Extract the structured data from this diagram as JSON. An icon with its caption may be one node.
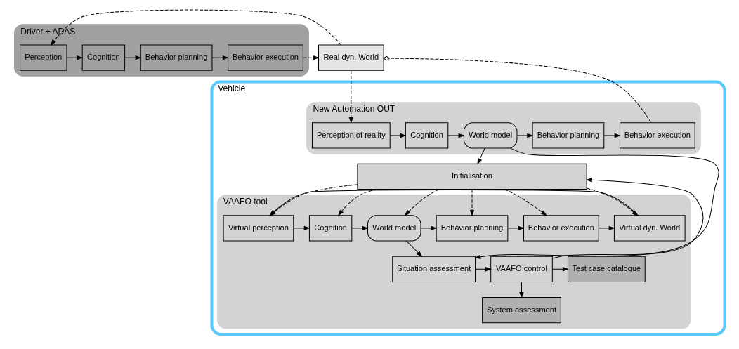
{
  "diagram": {
    "nodes": [
      {
        "text": [
          "Driver + ADAS"
        ]
      },
      {
        "text": [
          "Perception"
        ],
        "in": 0
      },
      {
        "text": [
          "Cognition"
        ],
        "in": 0
      },
      {
        "text": [
          "Behavior planning"
        ],
        "in": 0
      },
      {
        "text": [
          "Behavior execution"
        ],
        "in": 0
      },
      {
        "text": [
          "Real dyn. World"
        ]
      },
      {
        "text": [
          "Vehicle"
        ]
      },
      {
        "text": [
          "New Automation OUT"
        ],
        "in": 6
      },
      {
        "text": [
          "Perception of reality"
        ],
        "in": 7
      },
      {
        "text": [
          "Cognition"
        ],
        "in": 7
      },
      {
        "text": [
          "World model"
        ],
        "in": 7
      },
      {
        "text": [
          "Behavior planning"
        ],
        "in": 7
      },
      {
        "text": [
          "Behavior execution"
        ],
        "in": 7
      },
      {
        "text": [
          "Initialisation"
        ],
        "in": 6
      },
      {
        "text": [
          "VAAFO tool"
        ],
        "in": 6
      },
      {
        "text": [
          "Virtual perception"
        ],
        "in": 14
      },
      {
        "text": [
          "Cognition"
        ],
        "in": 14
      },
      {
        "text": [
          "World model"
        ],
        "in": 14
      },
      {
        "text": [
          "Behavior planning"
        ],
        "in": 14
      },
      {
        "text": [
          "Behavior execution"
        ],
        "in": 14
      },
      {
        "text": [
          "Virtual dyn. World"
        ],
        "in": 14
      },
      {
        "text": [
          "Situation assessment"
        ],
        "in": 14
      },
      {
        "text": [
          "VAAFO control"
        ],
        "in": 14
      },
      {
        "text": [
          "Test case catalogue"
        ],
        "in": 14
      },
      {
        "text": [
          "System assessment"
        ],
        "in": 14
      }
    ],
    "edges": [
      {
        "from": 1,
        "to": 2,
        "arrow": "to"
      },
      {
        "from": 2,
        "to": 3,
        "arrow": "to"
      },
      {
        "from": 3,
        "to": 4,
        "arrow": "to"
      },
      {
        "from": 4,
        "to": 5,
        "arrow": "to",
        "style": "dashed"
      },
      {
        "from": 5,
        "to": 1,
        "arrow": "to",
        "style": "dashed"
      },
      {
        "from": 5,
        "to": 8,
        "arrow": "to",
        "style": "dashed"
      },
      {
        "from": 12,
        "to": 5,
        "arrow": "other",
        "style": "dashed"
      },
      {
        "from": 8,
        "to": 9,
        "arrow": "to"
      },
      {
        "from": 9,
        "to": 10,
        "arrow": "to"
      },
      {
        "from": 10,
        "to": 11,
        "arrow": "to"
      },
      {
        "from": 11,
        "to": 12,
        "arrow": "to"
      },
      {
        "from": 10,
        "to": 13,
        "arrow": "to"
      },
      {
        "from": 10,
        "to": 21,
        "arrow": "to"
      },
      {
        "from": 13,
        "to": 15,
        "arrow": "to",
        "style": "dashed"
      },
      {
        "from": 13,
        "to": 16,
        "arrow": "to",
        "style": "dashed"
      },
      {
        "from": 13,
        "to": 17,
        "arrow": "to",
        "style": "dashed"
      },
      {
        "from": 13,
        "to": 18,
        "arrow": "to",
        "style": "dashed"
      },
      {
        "from": 13,
        "to": 19,
        "arrow": "to",
        "style": "dashed"
      },
      {
        "from": 13,
        "to": 20,
        "arrow": "to",
        "style": "dashed"
      },
      {
        "from": 15,
        "to": 16,
        "arrow": "to"
      },
      {
        "from": 16,
        "to": 17,
        "arrow": "to"
      },
      {
        "from": 17,
        "to": 18,
        "arrow": "to"
      },
      {
        "from": 17,
        "to": 21,
        "arrow": "to"
      },
      {
        "from": 18,
        "to": 19,
        "arrow": "to"
      },
      {
        "from": 19,
        "to": 20,
        "arrow": "to"
      },
      {
        "from": 20,
        "to": 15,
        "arrow": "to"
      },
      {
        "from": 21,
        "to": 22,
        "arrow": "to"
      },
      {
        "from": 22,
        "to": 13,
        "arrow": "to"
      },
      {
        "from": 22,
        "to": 23,
        "arrow": "to"
      },
      {
        "from": 22,
        "to": 24,
        "arrow": "to"
      }
    ]
  }
}
